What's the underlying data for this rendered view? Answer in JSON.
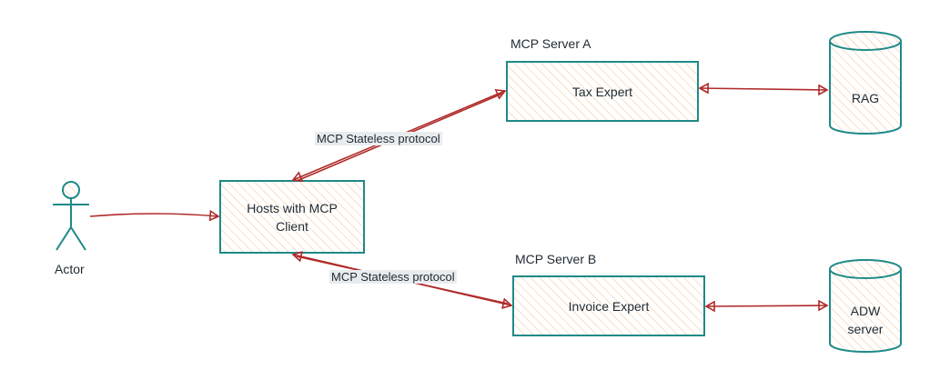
{
  "colors": {
    "stroke": "#1e8a88",
    "fill_hatch": "#f8c9a0",
    "arrow": "#b02a2a",
    "text": "#1e2a33",
    "label_bg": "#e9ecef"
  },
  "nodes": {
    "actor": {
      "label": "Actor"
    },
    "host": {
      "label_line1": "Hosts with MCP",
      "label_line2": "Client"
    },
    "server_a": {
      "group_label": "MCP Server A",
      "label": "Tax Expert"
    },
    "server_b": {
      "group_label": "MCP Server B",
      "label": "Invoice Expert"
    },
    "rag": {
      "label": "RAG"
    },
    "adw": {
      "label_line1": "ADW",
      "label_line2": "server"
    }
  },
  "edges": {
    "host_to_a": {
      "label": "MCP Stateless protocol"
    },
    "host_to_b": {
      "label": "MCP Stateless protocol"
    }
  }
}
